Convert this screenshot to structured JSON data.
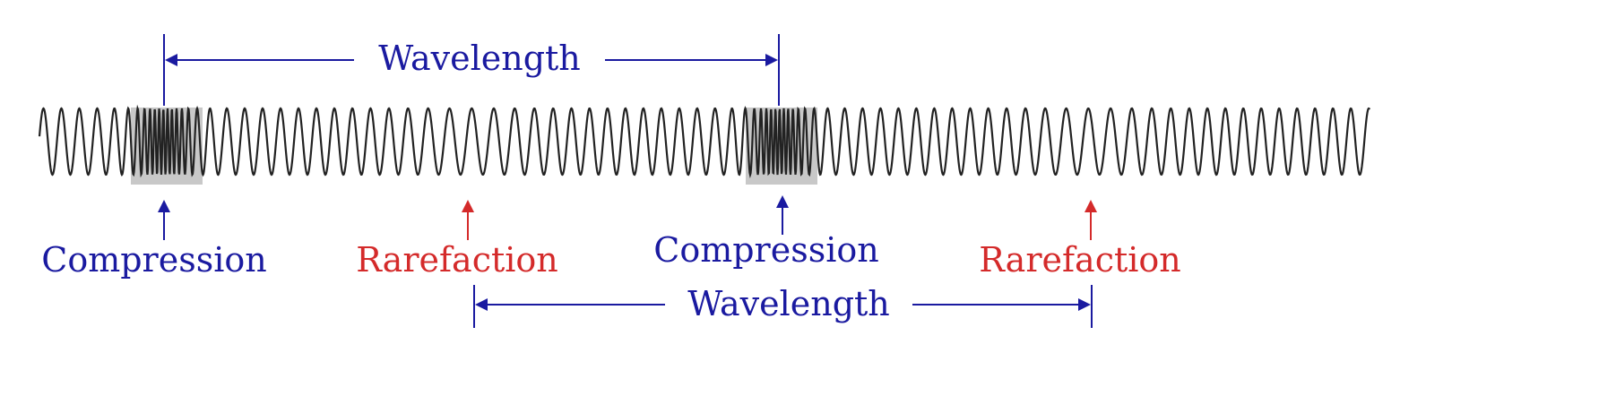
{
  "colors": {
    "wave": "#222222",
    "compression_shade": "#8a8a8a",
    "compression": "#1a1aa0",
    "rarefaction": "#d42a2a",
    "wavelength": "#1a1aa0"
  },
  "wavelength_top": {
    "label": "Wavelength"
  },
  "wavelength_bottom": {
    "label": "Wavelength"
  },
  "markers": [
    {
      "label": "Compression",
      "kind": "compression"
    },
    {
      "label": "Rarefaction",
      "kind": "rarefaction"
    },
    {
      "label": "Compression",
      "kind": "compression"
    },
    {
      "label": "Rarefaction",
      "kind": "rarefaction"
    }
  ]
}
